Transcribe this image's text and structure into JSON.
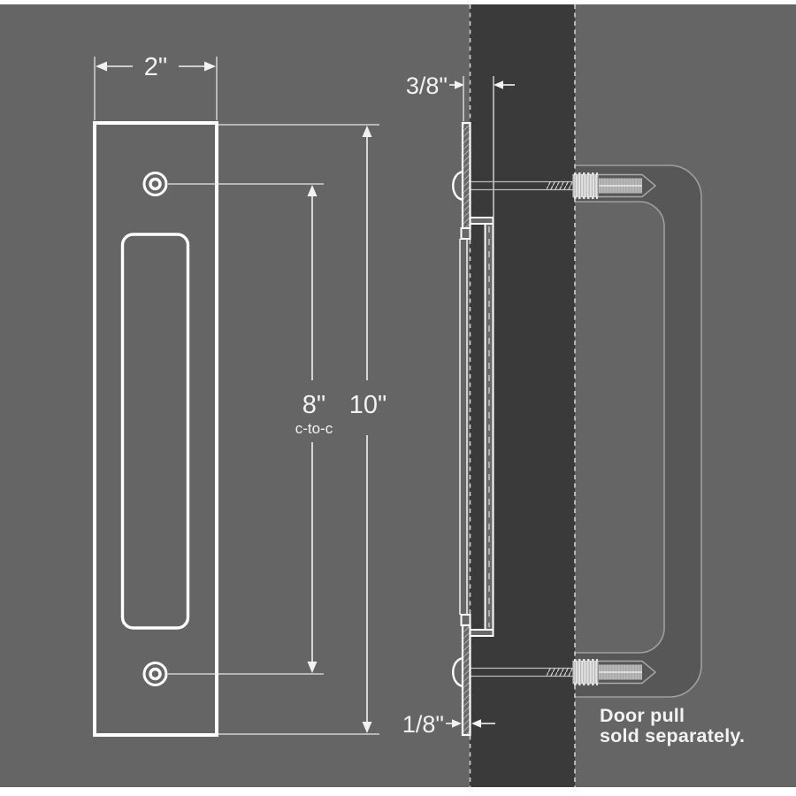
{
  "drawing": {
    "type": "technical-dimension-diagram",
    "subject": "flush door pull plate, front view and side section view",
    "front_view": {
      "plate_width_label": "2\"",
      "plate_height_label": "10\"",
      "hole_spacing_label": "8\"",
      "hole_spacing_note": "c-to-c"
    },
    "side_view": {
      "recess_depth_label": "3/8\"",
      "plate_thickness_label": "1/8\""
    },
    "note": {
      "line1": "Door pull",
      "line2": "sold separately."
    },
    "colors": {
      "background": "#656565",
      "door_panel": "#3a3a3a",
      "line_art": "#ffffff",
      "dimension_lines": "#e6e6e6",
      "dimension_text": "#f2f2f2",
      "dashed_reference": "#cfcfcf",
      "handle_ghost_fill": "#575757",
      "handle_ghost_outline": "#9f9f9f",
      "bolt_bright": "#e3e3e3",
      "bolt_rod": "#b9b9b9",
      "border_strip": "#ffffff"
    }
  }
}
